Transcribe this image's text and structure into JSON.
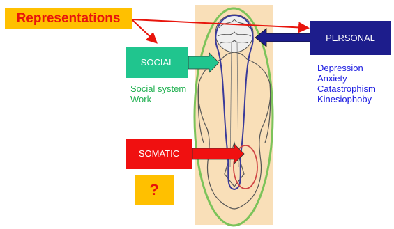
{
  "header": {
    "label": "Representations"
  },
  "boxes": {
    "social": "SOCIAL",
    "personal": "PERSONAL",
    "somatic": "SOMATIC",
    "question": "?"
  },
  "social_items": [
    "Social system",
    "Work"
  ],
  "personal_items": [
    "Depression",
    "Anxiety",
    "Catastrophism",
    "Kinesiophoby"
  ],
  "colors": {
    "accent_orange": "#ffc000",
    "red": "#e8150c",
    "social_green": "#20c58e",
    "personal_navy": "#1d1d8c",
    "panel_beige": "#f9dfb8"
  },
  "icons": [
    "body-back-icon",
    "brain-icon"
  ]
}
